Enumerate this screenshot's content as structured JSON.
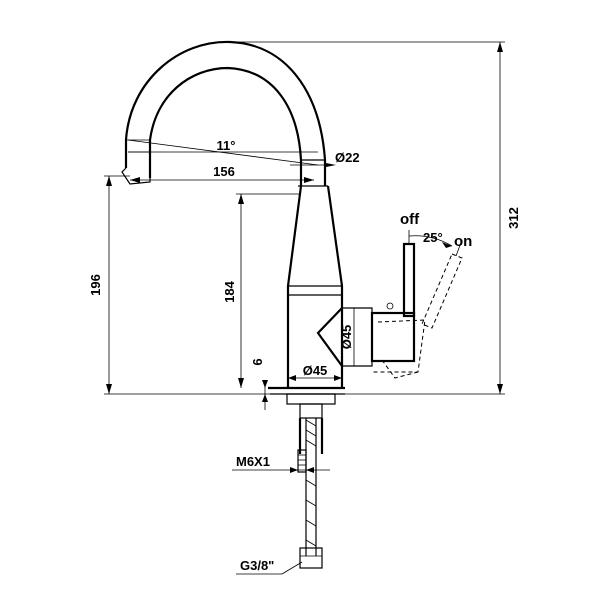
{
  "dimensions": {
    "total_height": "312",
    "spout_length": "156",
    "spout_height": "196",
    "body_height": "184",
    "spout_angle": "11°",
    "spout_diameter": "Ø22",
    "body_diameter": "Ø45",
    "handle_diameter": "Ø45",
    "base_thickness": "6",
    "thread_rod": "M6X1",
    "hose_connector": "G3/8\"",
    "lever_angle": "25°"
  },
  "lever": {
    "off_label": "off",
    "on_label": "on"
  }
}
